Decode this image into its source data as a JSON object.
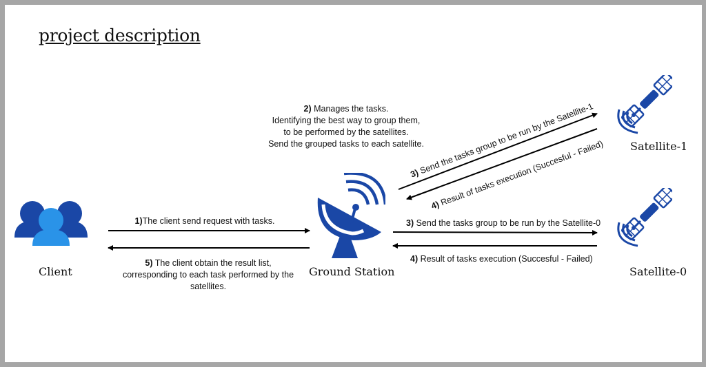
{
  "title": "project description",
  "nodes": {
    "client": "Client",
    "ground_station": "Ground Station",
    "satellite1": "Satellite-1",
    "satellite0": "Satellite-0"
  },
  "notes": {
    "manage": {
      "step": "2)",
      "line1": " Manages the tasks.",
      "line2": "Identifying the best way to group them,",
      "line3": "to be performed by the satellites.",
      "line4": "Send the grouped tasks to each satellite."
    },
    "request": {
      "step": "1)",
      "text": "The client send request with tasks."
    },
    "result_list": {
      "step": "5)",
      "line1": " The client obtain the result list,",
      "line2": "corresponding to each task performed by the",
      "line3": "satellites."
    },
    "send_sat1": {
      "step": "3)",
      "text": " Send the tasks group to be run by the Satellite-1"
    },
    "result_sat1": {
      "step": "4)",
      "text": " Result of tasks execution (Succesful - Failed)"
    },
    "send_sat0": {
      "step": "3)",
      "text": " Send the tasks group to be run by the Satellite-0"
    },
    "result_sat0": {
      "step": "4)",
      "text": " Result of tasks execution (Succesful - Failed)"
    }
  },
  "icons": {
    "client": "users-icon",
    "ground_station": "satellite-dish-icon",
    "satellite": "satellite-icon"
  },
  "colors": {
    "dark_blue": "#1a47a6",
    "light_blue": "#2a93e8",
    "arrow": "#000000"
  }
}
